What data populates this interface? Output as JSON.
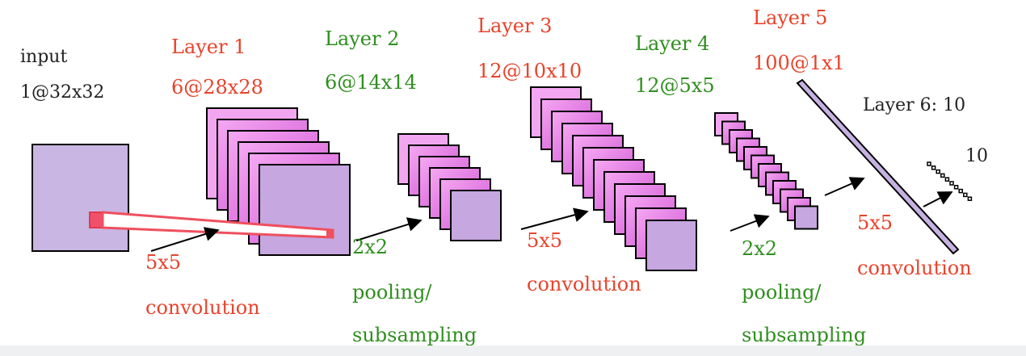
{
  "input": {
    "title": "input",
    "dims": "1@32x32"
  },
  "layer1": {
    "title": "Layer 1",
    "dims": "6@28x28"
  },
  "layer2": {
    "title": "Layer 2",
    "dims": "6@14x14"
  },
  "layer3": {
    "title": "Layer 3",
    "dims": "12@10x10"
  },
  "layer4": {
    "title": "Layer 4",
    "dims": "12@5x5"
  },
  "layer5": {
    "title": "Layer 5",
    "dims": "100@1x1"
  },
  "layer6": {
    "title": "Layer 6: 10",
    "dims": "10"
  },
  "ops": {
    "conv1": {
      "kernel": "5x5",
      "name": "convolution"
    },
    "pool1": {
      "kernel": "2x2",
      "line1": "pooling/",
      "line2": "subsampling"
    },
    "conv2": {
      "kernel": "5x5",
      "name": "convolution"
    },
    "pool2": {
      "kernel": "2x2",
      "line1": "pooling/",
      "line2": "subsampling"
    },
    "conv3": {
      "kernel": "5x5",
      "name": "convolution"
    }
  },
  "colors": {
    "input_fill": "#c9b6e3",
    "map_fill_light": "#f3a6f0",
    "map_fill_mid": "#d86ad8",
    "map_fill_last": "#c6a7e0",
    "stroke": "#000000",
    "kernel_red": "#ef4f5e",
    "label_red": "#e8432b",
    "label_green": "#2f8f1f"
  }
}
